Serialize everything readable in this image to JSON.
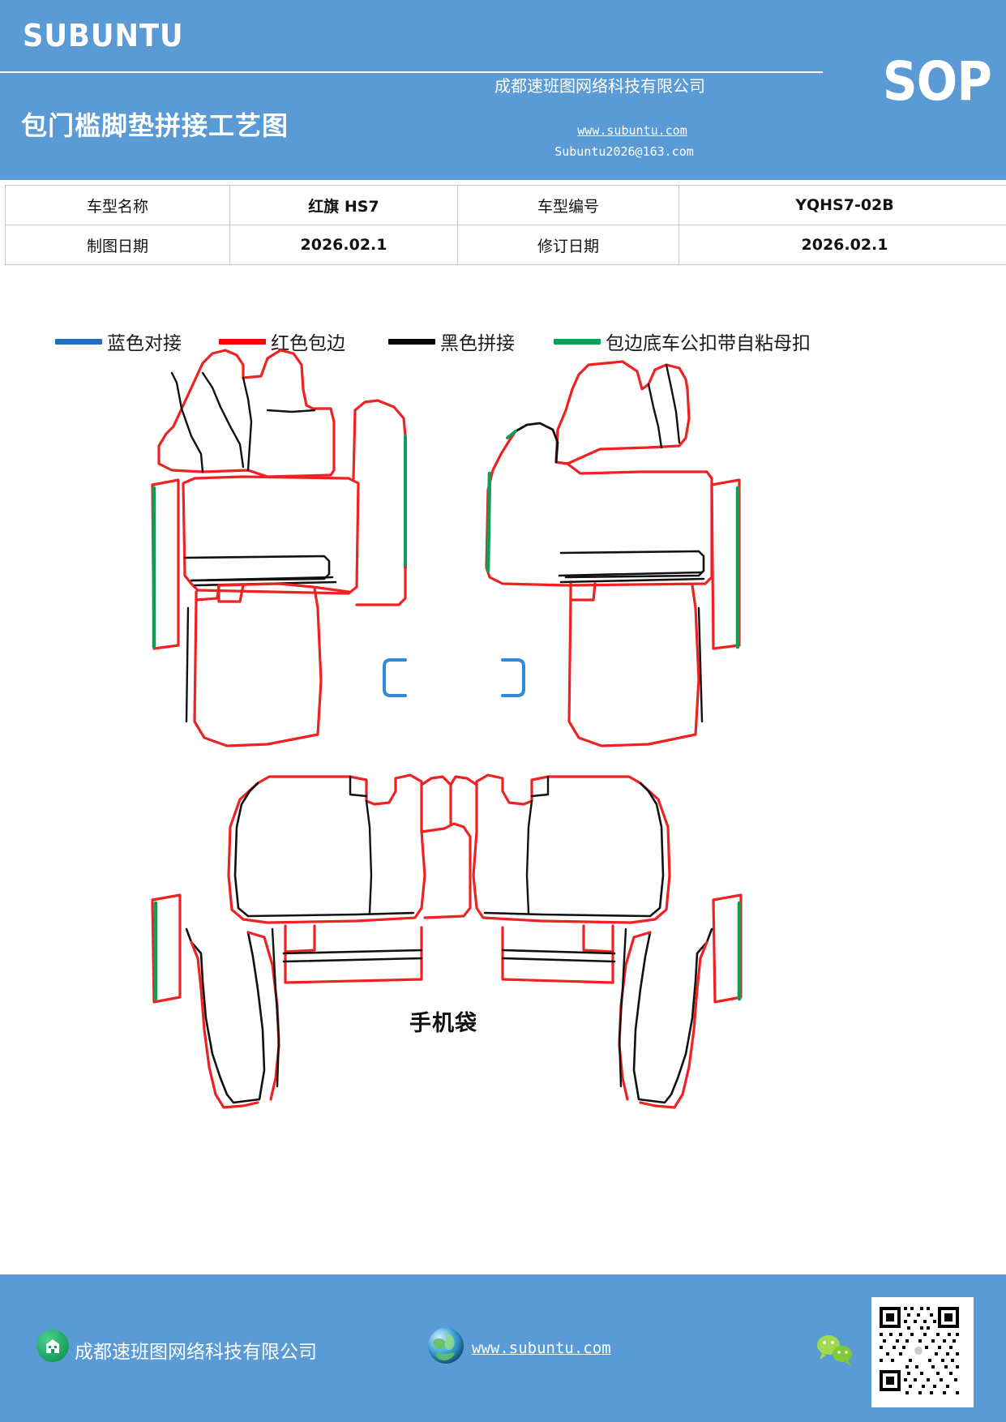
{
  "header": {
    "logo": "SUBUNTU",
    "doc_type": "SOP",
    "title": "包门槛脚垫拼接工艺图",
    "company": "成都速班图网络科技有限公司",
    "website": "www.subuntu.com",
    "email": "Subuntu2026@163.com"
  },
  "info_table": {
    "rows": [
      {
        "label1": "车型名称",
        "value1": "红旗 HS7",
        "label2": "车型编号",
        "value2": "YQHS7-02B"
      },
      {
        "label1": "制图日期",
        "value1": "2026.02.1",
        "label2": "修订日期",
        "value2": "2026.02.1"
      }
    ]
  },
  "legend": {
    "items": [
      {
        "color": "#1F6FC4",
        "label": "蓝色对接"
      },
      {
        "color": "#FF0000",
        "label": "红色包边"
      },
      {
        "color": "#000000",
        "label": "黑色拼接"
      },
      {
        "color": "#00A550",
        "label": "包边底车公扣带自粘母扣"
      }
    ]
  },
  "drawing": {
    "phone_pocket_label": "手机袋",
    "stroke_colors": {
      "red_binding": "#EE2222",
      "black_splice": "#111111",
      "green_hook": "#0F9D58",
      "blue_butt": "#2E8BD8"
    }
  },
  "footer": {
    "company": "成都速班图网络科技有限公司",
    "website": "www.subuntu.com"
  },
  "theme": {
    "brand_blue": "#5B9BD5"
  }
}
